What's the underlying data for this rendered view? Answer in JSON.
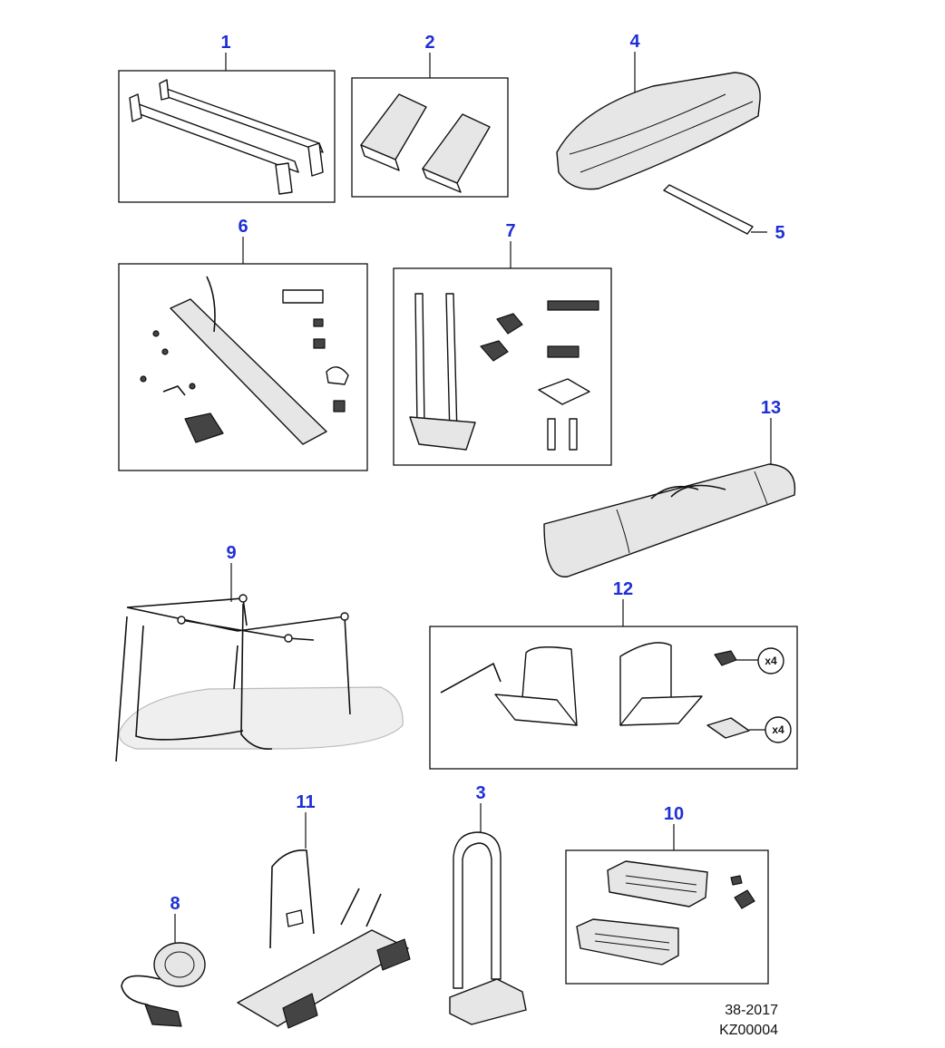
{
  "callouts": {
    "c1": "1",
    "c2": "2",
    "c3": "3",
    "c4": "4",
    "c5": "5",
    "c6": "6",
    "c7": "7",
    "c8": "8",
    "c9": "9",
    "c10": "10",
    "c11": "11",
    "c12": "12",
    "c13": "13"
  },
  "quantities": {
    "screw": "x4",
    "nut": "x4"
  },
  "reference": {
    "line1": "38-2017",
    "line2": "KZ00004"
  },
  "colors": {
    "callout": "#1f2fd6",
    "line": "#111111"
  }
}
